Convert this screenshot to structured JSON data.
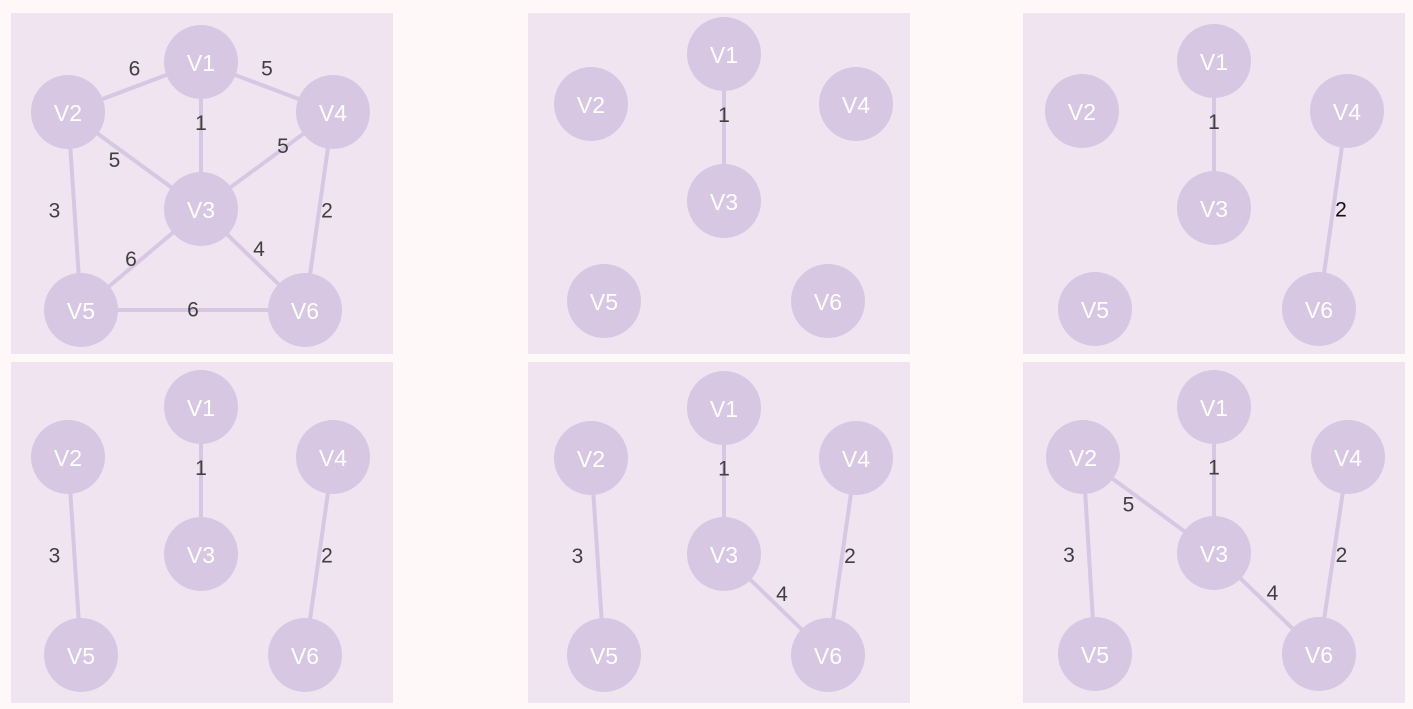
{
  "colors": {
    "page_background": "#fff8f9",
    "panel_background": "#f0e4f1",
    "node_fill": "#d7c7e2",
    "node_text": "#ffffff",
    "edge": "#d7c7e2",
    "weight_text": "#3f3f3f"
  },
  "graph": {
    "vertices": [
      "V1",
      "V2",
      "V3",
      "V4",
      "V5",
      "V6"
    ]
  },
  "panels": [
    {
      "id": "full-graph",
      "edges": [
        {
          "from": "V1",
          "to": "V2",
          "weight": "6"
        },
        {
          "from": "V1",
          "to": "V4",
          "weight": "5"
        },
        {
          "from": "V1",
          "to": "V3",
          "weight": "1"
        },
        {
          "from": "V2",
          "to": "V3",
          "weight": "5"
        },
        {
          "from": "V4",
          "to": "V3",
          "weight": "5"
        },
        {
          "from": "V2",
          "to": "V5",
          "weight": "3"
        },
        {
          "from": "V4",
          "to": "V6",
          "weight": "2"
        },
        {
          "from": "V3",
          "to": "V5",
          "weight": "6"
        },
        {
          "from": "V3",
          "to": "V6",
          "weight": "4"
        },
        {
          "from": "V5",
          "to": "V6",
          "weight": "6"
        }
      ]
    },
    {
      "id": "step-1",
      "edges": [
        {
          "from": "V1",
          "to": "V3",
          "weight": "1"
        }
      ]
    },
    {
      "id": "step-2",
      "edges": [
        {
          "from": "V1",
          "to": "V3",
          "weight": "1"
        },
        {
          "from": "V4",
          "to": "V6",
          "weight": "2",
          "emphasis": true
        }
      ]
    },
    {
      "id": "step-3",
      "edges": [
        {
          "from": "V1",
          "to": "V3",
          "weight": "1"
        },
        {
          "from": "V2",
          "to": "V5",
          "weight": "3"
        },
        {
          "from": "V4",
          "to": "V6",
          "weight": "2"
        }
      ]
    },
    {
      "id": "step-4",
      "edges": [
        {
          "from": "V1",
          "to": "V3",
          "weight": "1"
        },
        {
          "from": "V2",
          "to": "V5",
          "weight": "3"
        },
        {
          "from": "V4",
          "to": "V6",
          "weight": "2"
        },
        {
          "from": "V3",
          "to": "V6",
          "weight": "4"
        }
      ]
    },
    {
      "id": "step-5",
      "edges": [
        {
          "from": "V1",
          "to": "V3",
          "weight": "1"
        },
        {
          "from": "V2",
          "to": "V5",
          "weight": "3"
        },
        {
          "from": "V4",
          "to": "V6",
          "weight": "2"
        },
        {
          "from": "V3",
          "to": "V6",
          "weight": "4"
        },
        {
          "from": "V2",
          "to": "V3",
          "weight": "5"
        }
      ]
    }
  ]
}
